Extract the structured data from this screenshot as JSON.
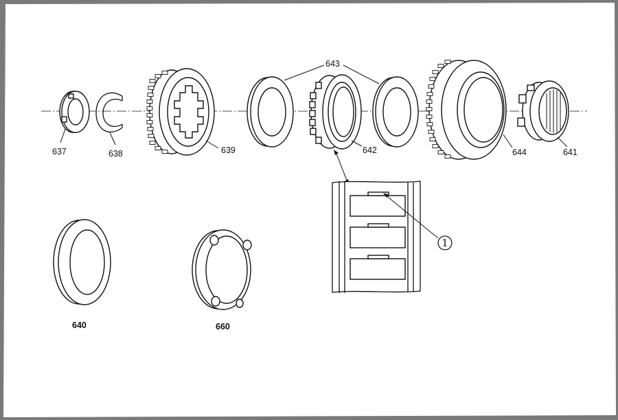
{
  "labels": {
    "p637": "637",
    "p638": "638",
    "p639": "639",
    "p643": "643",
    "p642": "642",
    "p644": "644",
    "p641": "641",
    "p640": "640",
    "p660": "660",
    "callout": "1"
  },
  "colors": {
    "background": "#7a7a7a",
    "paper": "#ffffff",
    "ink": "#111111"
  }
}
